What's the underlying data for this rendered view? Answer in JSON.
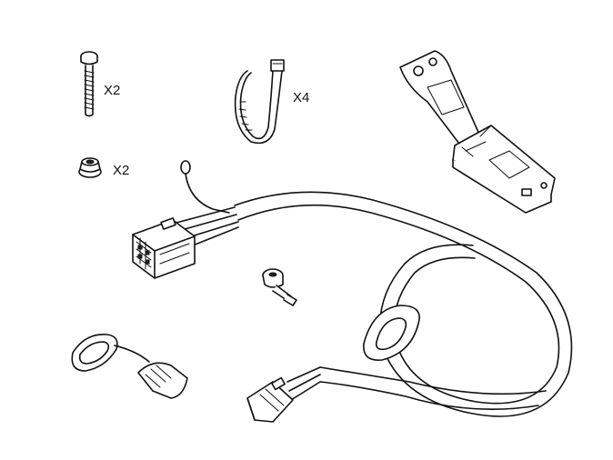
{
  "labels": {
    "bolt_qty": "X2",
    "nut_qty": "X2",
    "cable_tie_qty": "X4"
  },
  "colors": {
    "line": "#111111",
    "background": "#ffffff"
  }
}
